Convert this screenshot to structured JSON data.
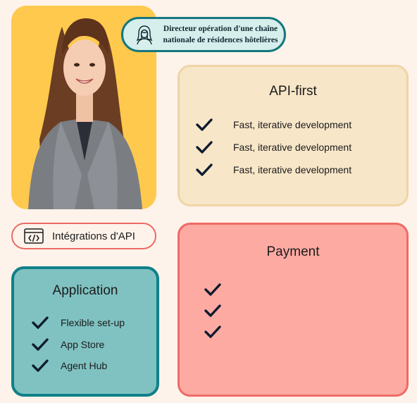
{
  "role_badge": {
    "line1": "Directeur opération d'une chaîne",
    "line2": "nationale de résidences hôtelières"
  },
  "api_card": {
    "title": "API-first",
    "items": [
      "Fast, iterative development",
      "Fast, iterative development",
      "Fast, iterative development"
    ]
  },
  "integrations": {
    "label": "Intégrations d'API"
  },
  "payment_card": {
    "title": "Payment",
    "check_count": 3
  },
  "app_card": {
    "title": "Application",
    "items": [
      "Flexible set-up",
      "App Store",
      "Agent Hub"
    ]
  },
  "colors": {
    "background": "#fdf3ea",
    "portrait_bg": "#ffc94d",
    "teal": "#14777d",
    "api_card_bg": "#f7e6c8",
    "payment_bg": "#fdaaa3",
    "payment_border": "#ef6a66",
    "app_bg": "#80c2c2",
    "check": "#0f1b2e"
  }
}
